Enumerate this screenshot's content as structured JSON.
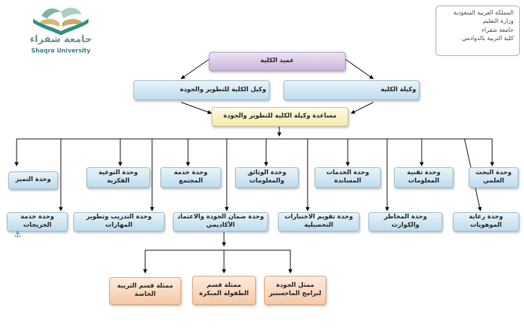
{
  "logo": {
    "arabic": "جامعة شقراء",
    "english": "Shaqra University"
  },
  "info": [
    "المملكة العربية السعودية",
    "وزارة التعليم",
    "جامعة شقراء",
    "كلية التربية بالدوادمي"
  ],
  "dean": "عميد الكلية",
  "vice_dean": "وكيلة الكلية",
  "vice_dev": "وكيل الكلية للتطوير والجودة",
  "assistant_dev": "مساعدة وكيلة الكلية للتطوير والجودة",
  "units_row1": [
    "وحدة البحث العلمي",
    "وحدة تقنية المعلومات",
    "وحدة الخدمات المساندة",
    "وحدة الوثائق والمعلومات",
    "وحدة خدمة المجتمع",
    "وحدة التوعية الفكرية",
    "وحدة التميز"
  ],
  "units_row2": [
    "وحدة رعاية الموهوبات",
    "وحدة المخاطر والكوارث",
    "وحدة تقويم الاختبارات التحصيلية",
    "وحدة ضمان الجودة والاعتماد الأكاديمي",
    "وحدة التدريب وتطوير المهارات",
    "وحدة خدمة الخريجات"
  ],
  "reps": [
    "ممثل الجودة لبرامج الماجستير",
    "ممثلة قسم الطفولة المبكرة",
    "ممثلة قسم التربية الخاصة"
  ],
  "colors": {
    "line": "#000000",
    "box_blue": "#bcdced",
    "box_purple": "#cbb6dc",
    "box_yellow": "#f6eaa9",
    "box_orange": "#f6c9a6"
  }
}
